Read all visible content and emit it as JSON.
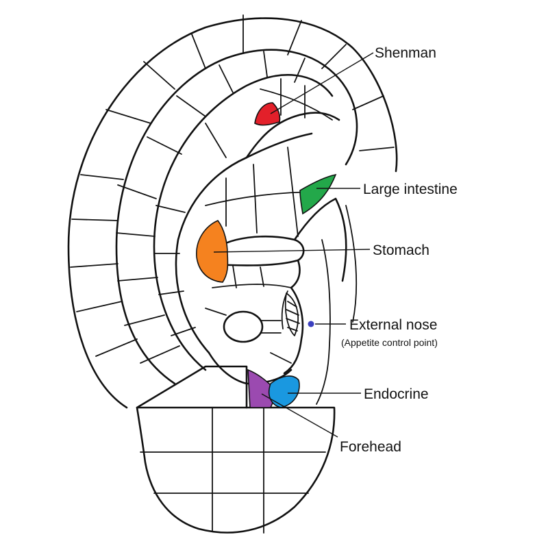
{
  "labels": {
    "shenman": "Shenman",
    "large_intestine": "Large intestine",
    "stomach": "Stomach",
    "external_nose": "External nose",
    "external_nose_note": "(Appetite control point)",
    "endocrine": "Endocrine",
    "forehead": "Forehead"
  },
  "colors": {
    "shenman": "#e3202a",
    "large_intestine": "#23a84a",
    "stomach": "#f5821f",
    "endocrine": "#1a98e0",
    "forehead": "#9b4ab0",
    "external_nose_dot": "#3b3fbf",
    "ink": "#111111"
  }
}
